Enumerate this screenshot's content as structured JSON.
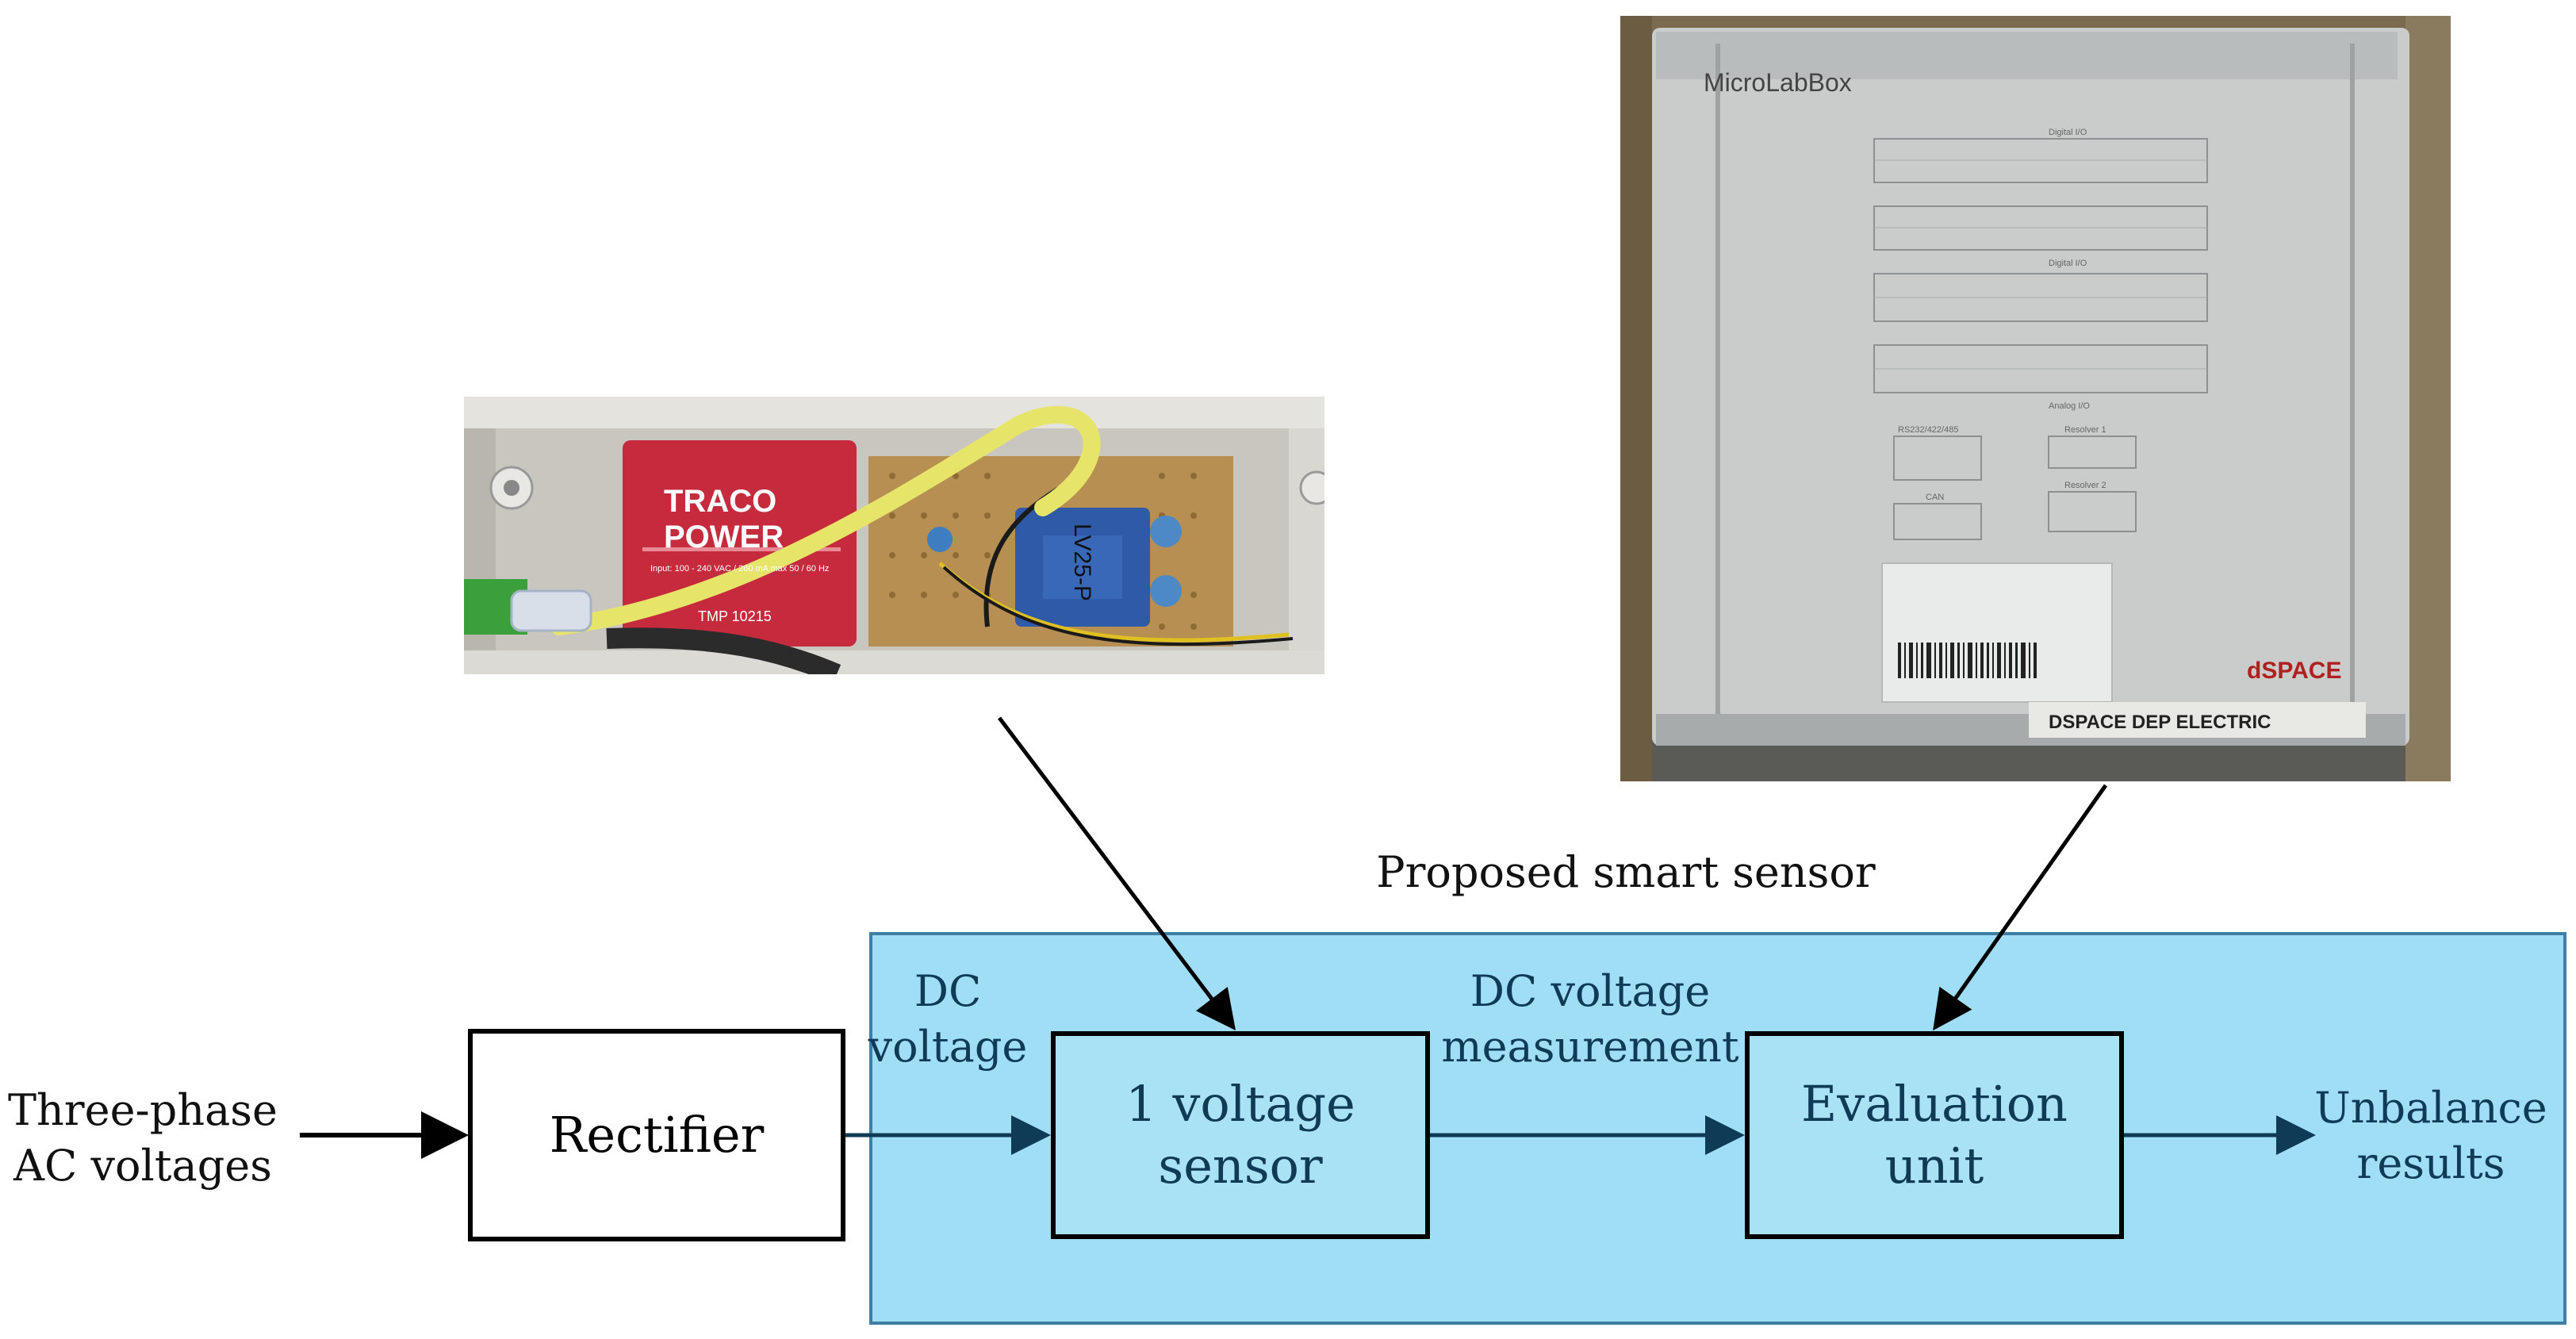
{
  "title": "Proposed smart sensor",
  "inputs": {
    "line1": "Three-phase",
    "line2": "AC voltages"
  },
  "blocks": {
    "rectifier": "Rectifier",
    "voltage_sensor": {
      "line1": "1 voltage",
      "line2": "sensor"
    },
    "evaluation_unit": {
      "line1": "Evaluation",
      "line2": "unit"
    }
  },
  "signals": {
    "dc_voltage": {
      "line1": "DC",
      "line2": "voltage"
    },
    "dc_measurement": {
      "line1": "DC voltage",
      "line2": "measurement"
    },
    "output": {
      "line1": "Unbalance",
      "line2": "results"
    }
  },
  "photos": {
    "sensor_board": {
      "brand_line1": "TRACO",
      "brand_line2": "POWER",
      "module_text": "Input: 100 - 240 VAC / 260 mA max  50 / 60 Hz",
      "part_number": "TMP 10215",
      "sensor_label": "LV25-P"
    },
    "microlabbox": {
      "product": "MicroLabBox",
      "brand": "dSPACE",
      "tag": "DSPACE DEP ELECTRIC",
      "digital_io": "Digital I/O",
      "analog_io": "Analog I/O",
      "rs232": "RS232/422/485",
      "resolver1": "Resolver 1",
      "resolver2": "Resolver 2",
      "can": "CAN"
    }
  },
  "colors": {
    "smart_sensor_fill": "#a0def5",
    "smart_sensor_border": "#3f7fa3",
    "block_fill_blue": "#a9e1f5",
    "block_fill_white": "#ffffff",
    "arrow_dark": "#0f3b57"
  }
}
